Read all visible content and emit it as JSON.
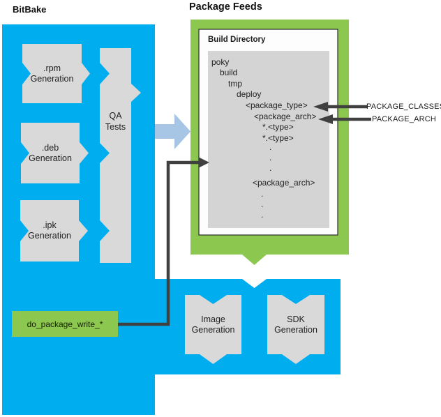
{
  "titles": {
    "bitbake": "BitBake",
    "package_feeds": "Package Feeds",
    "build_directory": "Build Directory"
  },
  "colors": {
    "bitbake_blue": "#00aeef",
    "feeds_green": "#8cc74f",
    "box_gray": "#d9d9d9",
    "dir_gray": "#d4d4d4",
    "inner_white": "#fdfdfd",
    "inner_border": "#2b2b2b",
    "connector_dark": "#404040",
    "flow_arrow_blue": "#a7c5e4"
  },
  "bitbake": {
    "rpm_generation": ".rpm\nGeneration",
    "deb_generation": ".deb\nGeneration",
    "ipk_generation": ".ipk\nGeneration",
    "qa_tests": "QA\nTests",
    "do_package_write": "do_package_write_*"
  },
  "feeds": {
    "listing": [
      "poky",
      "build",
      "tmp",
      "deploy",
      "<package_type>",
      "<package_arch>",
      "*.<type>",
      "*.<type>",
      ".",
      ".",
      ".",
      "<package_arch>",
      ".",
      ".",
      "."
    ]
  },
  "annotations": {
    "package_classes": "PACKAGE_CLASSES",
    "package_arch": "PACKAGE_ARCH"
  },
  "bottom": {
    "image_generation": "Image\nGeneration",
    "sdk_generation": "SDK\nGeneration"
  }
}
